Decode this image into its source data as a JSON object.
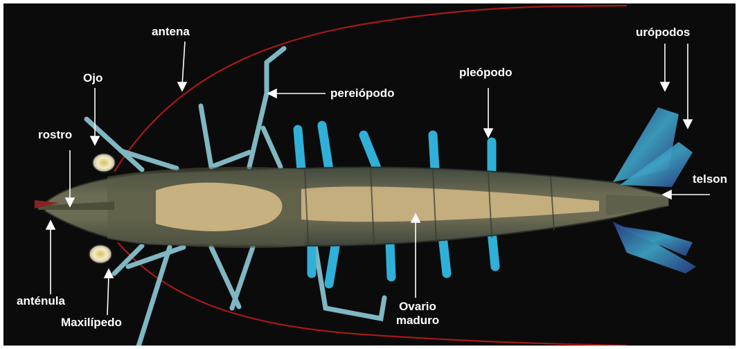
{
  "labels": {
    "antena": "antena",
    "ojo": "Ojo",
    "rostro": "rostro",
    "antenula": "anténula",
    "maxilipedo": "Maxilípedo",
    "pereiopodo": "pereiópodo",
    "pleopodo": "pleópodo",
    "uropodos": "urópodos",
    "telson": "telson",
    "ovario_line1": "Ovario",
    "ovario_line2": "maduro"
  },
  "colors": {
    "background": "#0b0b0b",
    "frame": "#ffffff",
    "body": "#6a6a52",
    "ovary": "#d8c08a",
    "appendage_blue": "#3fb2d6",
    "antenna_red": "#b01a1a",
    "label_text": "#ffffff"
  }
}
